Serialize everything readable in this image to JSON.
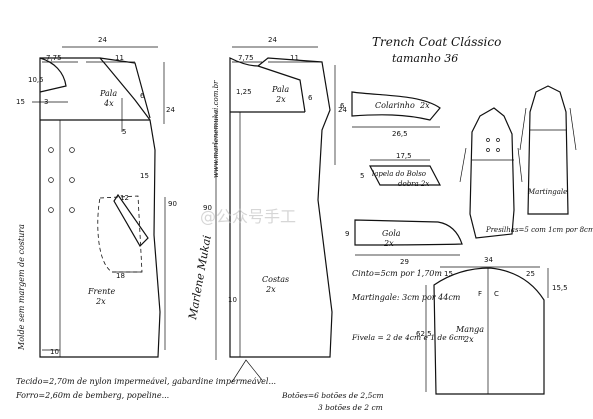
{
  "title": "Trench Coat Clássico",
  "size_label": "tamanho 36",
  "website": "www.marlenemukai.com.br",
  "margin_note": "Molde sem margem de costura",
  "signature": "Marlene Mukai",
  "pieces": {
    "front": {
      "name": "Frente",
      "qty": "2x"
    },
    "back": {
      "name": "Costas",
      "qty": "2x"
    },
    "yoke_front": {
      "name": "Pala",
      "qty": "4x"
    },
    "yoke_back": {
      "name": "Pala",
      "qty": "2x"
    },
    "collar_stand": {
      "name": "Colarinho",
      "qty": "2x"
    },
    "pocket_flap": {
      "name": "lapela do Bolso",
      "qty": "dobra 2x"
    },
    "collar": {
      "name": "Gola",
      "qty": "2x"
    },
    "sleeve": {
      "name": "Manga",
      "qty": "2x"
    },
    "martingale": {
      "name": "Martingale"
    }
  },
  "measures": {
    "front_width": "24",
    "back_width": "24",
    "front_top_left": "7,75",
    "front_top_right": "11",
    "back_top_left": "7,75",
    "back_top_right": "11",
    "front_neck": "10,5",
    "front_left": "15",
    "front_cb": "3",
    "front_shoulder": "6",
    "front_armhole": "24",
    "front_side": "5",
    "front_pocket": "15",
    "front_pocket_w": "12",
    "front_pocket_b": "18",
    "front_length": "90",
    "front_hem": "10",
    "back_neck": "1,25",
    "back_side": "24",
    "back_armhole": "6",
    "back_length": "90",
    "back_bottom": "10",
    "collar_stand_h": "6",
    "collar_stand_len": "26,5",
    "flap_len": "17,5",
    "flap_h": "5",
    "collar_h": "9",
    "collar_len": "29",
    "sleeve_w": "34",
    "sleeve_cap_l": "15",
    "sleeve_cap_r": "25",
    "sleeve_cap_h": "15,5",
    "sleeve_len": "62,5",
    "sleeve_front": "F",
    "sleeve_back": "C"
  },
  "notes": {
    "belt": "Cinto=5cm por 1,70m",
    "martingale_size": "Martingale: 3cm por 44cm",
    "buckle": "Fivela = 2 de 4cm e 1 de 6cm",
    "belt_loops": "Presilhas=5 com 1cm por 8cm",
    "fabric": "Tecido=2,70m de nylon impermeável, gabardine impermeável...",
    "lining": "Forro=2,60m de bemberg, popeline...",
    "buttons_1": "Botões=6 botões de 2,5cm",
    "buttons_2": "3 botões de 2 cm"
  },
  "watermark": "@公众号手工"
}
